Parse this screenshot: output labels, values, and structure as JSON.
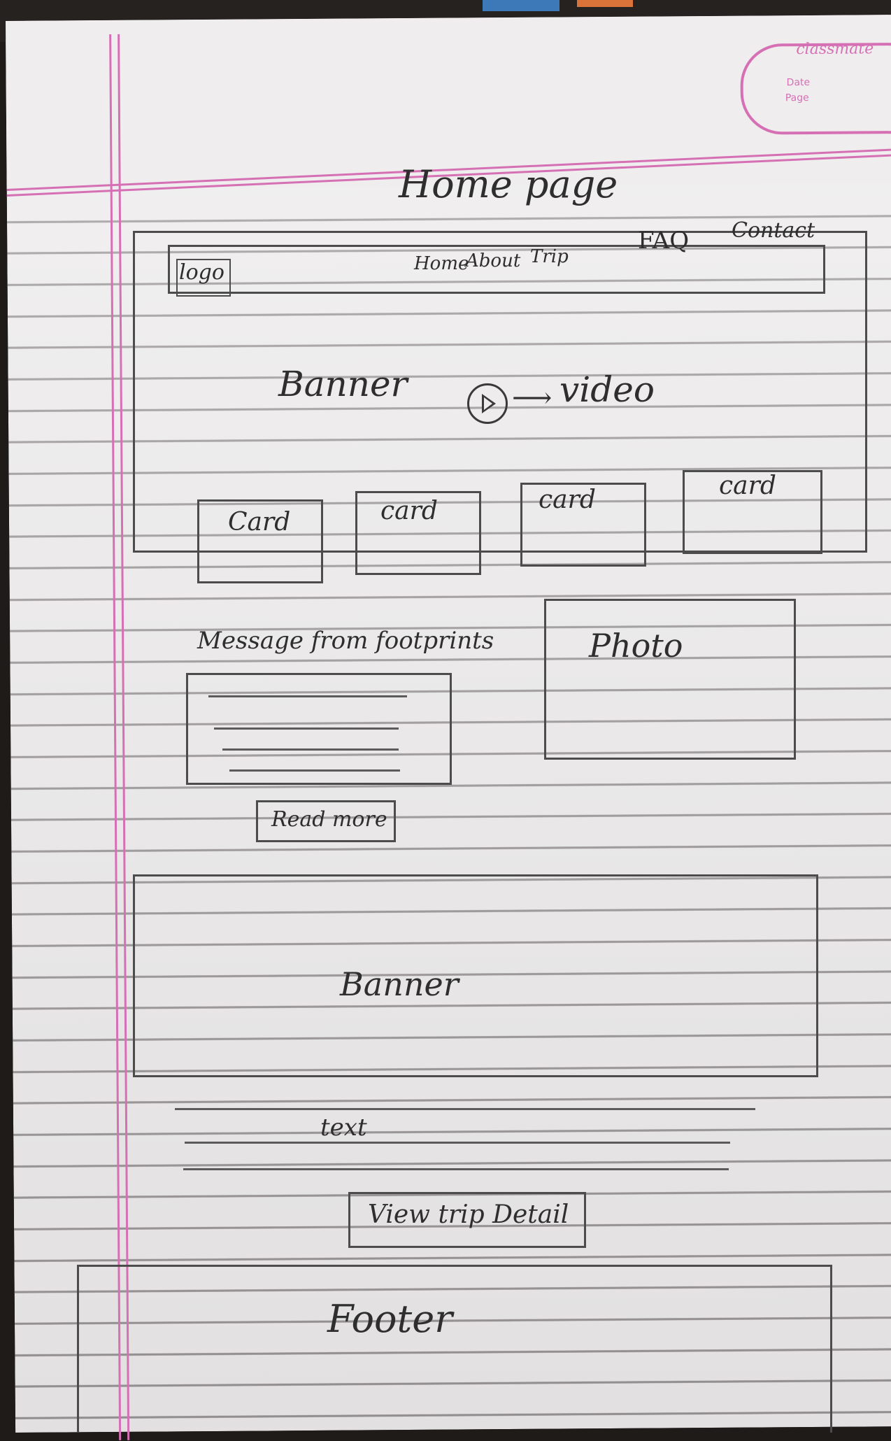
{
  "brand": {
    "name": "classmate",
    "date_label": "Date",
    "page_label": "Page"
  },
  "page": {
    "title": "Home page"
  },
  "nav": {
    "logo": "logo",
    "items": [
      {
        "label": "Home"
      },
      {
        "label": "About"
      },
      {
        "label": "Trip"
      },
      {
        "label": "FAQ"
      },
      {
        "label": "Contact"
      }
    ]
  },
  "hero": {
    "banner_label": "Banner",
    "video_label": "video",
    "icons": [
      "play-icon",
      "arrow-right-icon"
    ]
  },
  "cards": [
    {
      "label": "Card"
    },
    {
      "label": "card"
    },
    {
      "label": "card"
    },
    {
      "label": "card"
    }
  ],
  "message": {
    "title": "Message from footprints",
    "read_more": "Read more"
  },
  "photo": {
    "label": "Photo"
  },
  "banner2": {
    "label": "Banner"
  },
  "text_section": {
    "label": "text"
  },
  "cta": {
    "label": "View trip Detail"
  },
  "footer": {
    "label": "Footer"
  },
  "colors": {
    "ink": "#2e2e2e",
    "margin_line": "#d670b5",
    "paper": "#eeecec"
  }
}
